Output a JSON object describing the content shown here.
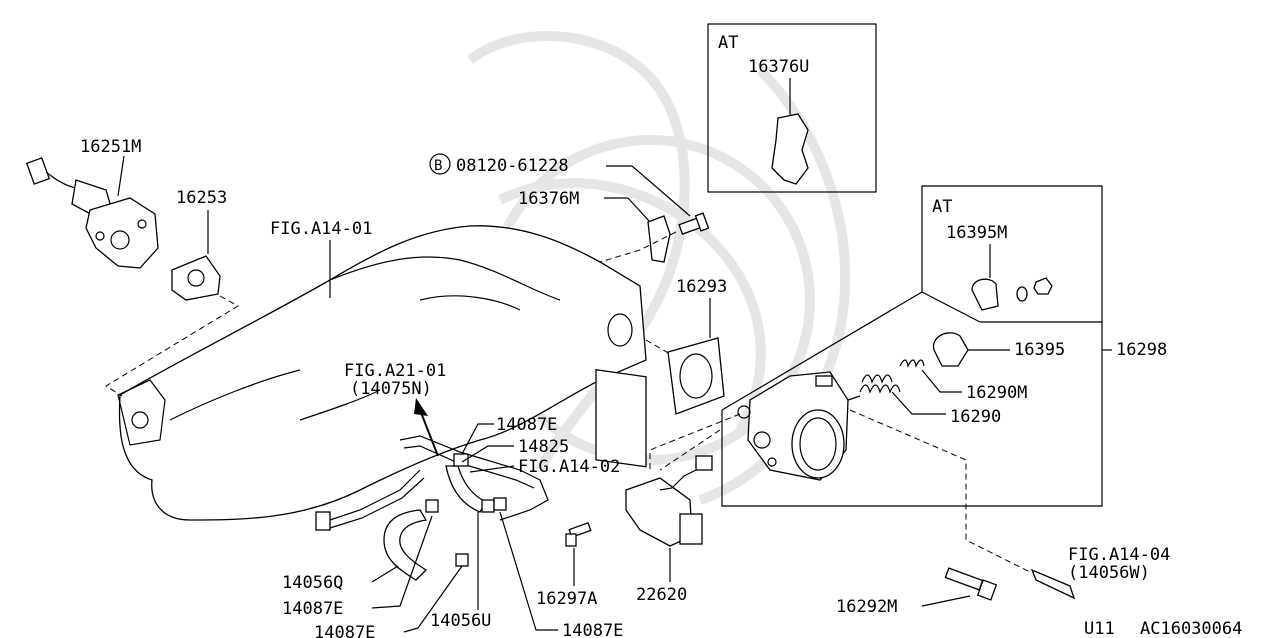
{
  "labels": {
    "p16251M": "16251M",
    "p16253": "16253",
    "fig_a14_01": "FIG.A14-01",
    "bolt_b": "B",
    "p08120_61228": "08120-61228",
    "p16376M": "16376M",
    "p16293": "16293",
    "at_top": "AT",
    "p16376U": "16376U",
    "at_right": "AT",
    "p16395M": "16395M",
    "p16395": "16395",
    "p16298": "16298",
    "p16290M": "16290M",
    "p16290": "16290",
    "fig_a21_01": "FIG.A21-01",
    "p14075N": "(14075N)",
    "p14087E_a": "14087E",
    "p14825": "14825",
    "fig_a14_02": "FIG.A14-02",
    "p14056Q": "14056Q",
    "p14087E_b": "14087E",
    "p14087E_c": "14087E",
    "p14056U": "14056U",
    "p16297A": "16297A",
    "p22620": "22620",
    "p14087E_d": "14087E",
    "p16292M": "16292M",
    "fig_a14_04": "FIG.A14-04",
    "p14056W": "(14056W)",
    "page_ref": "U11",
    "diagram_code": "AC16030064"
  }
}
